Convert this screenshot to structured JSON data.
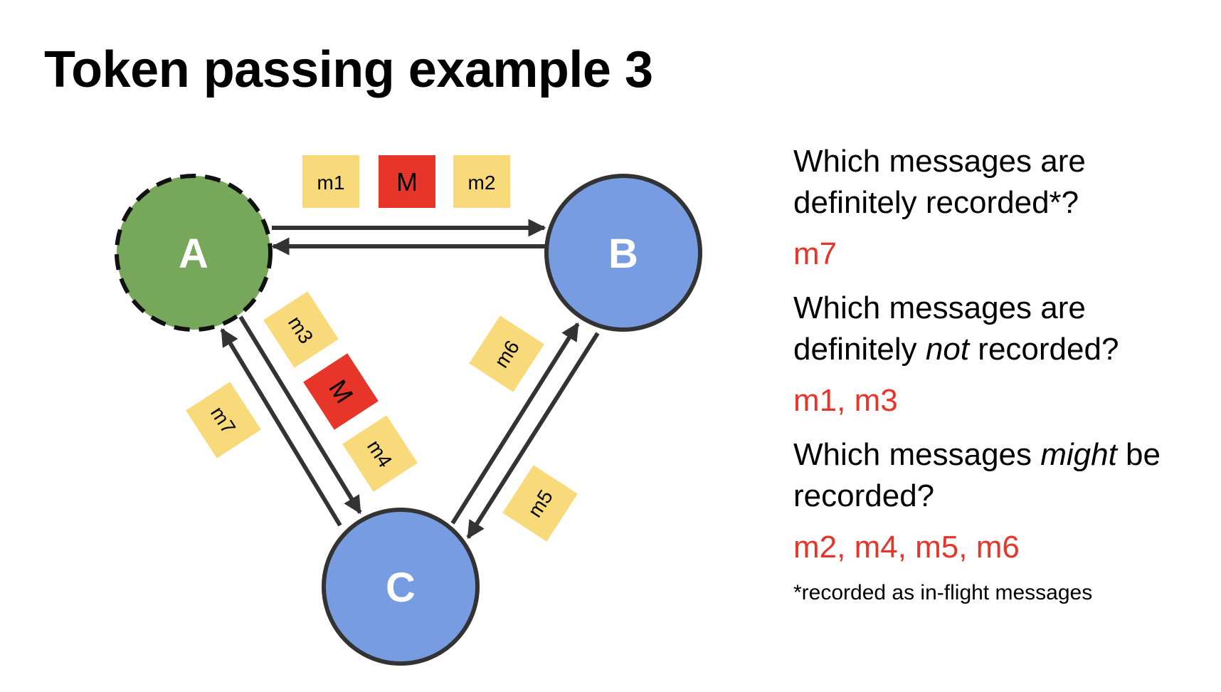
{
  "slide": {
    "title": "Token passing example 3"
  },
  "colors": {
    "node_green": "#77a75a",
    "node_blue": "#779ce2",
    "node_border": "#333333",
    "message_yellow": "#f8da7a",
    "marker_red": "#e8352a",
    "answer_red": "#e8352a",
    "arrow": "#333333"
  },
  "diagram": {
    "nodes": [
      {
        "id": "A",
        "label": "A",
        "style": "green-dashed"
      },
      {
        "id": "B",
        "label": "B",
        "style": "blue-solid"
      },
      {
        "id": "C",
        "label": "C",
        "style": "blue-solid"
      }
    ],
    "channels": [
      {
        "from": "A",
        "to": "B",
        "messages": [
          "m1",
          "M",
          "m2"
        ]
      },
      {
        "from": "B",
        "to": "A",
        "messages": []
      },
      {
        "from": "A",
        "to": "C",
        "messages": [
          "m3",
          "M",
          "m4"
        ]
      },
      {
        "from": "C",
        "to": "A",
        "messages": [
          "m7"
        ]
      },
      {
        "from": "C",
        "to": "B",
        "messages": [
          "m6"
        ]
      },
      {
        "from": "B",
        "to": "C",
        "messages": [
          "m5"
        ]
      }
    ],
    "labels": {
      "m1": "m1",
      "m2": "m2",
      "m3": "m3",
      "m4": "m4",
      "m5": "m5",
      "m6": "m6",
      "m7": "m7",
      "marker": "M"
    }
  },
  "questions": [
    {
      "id": "definitely-recorded",
      "text_parts": [
        {
          "text": "Which messages are definitely recorded*?",
          "italic": false
        }
      ],
      "answer": "m7"
    },
    {
      "id": "definitely-not-recorded",
      "text_parts": [
        {
          "text": "Which messages are definitely ",
          "italic": false
        },
        {
          "text": "not",
          "italic": true
        },
        {
          "text": " recorded?",
          "italic": false
        }
      ],
      "answer": "m1, m3"
    },
    {
      "id": "might-be-recorded",
      "text_parts": [
        {
          "text": "Which messages ",
          "italic": false
        },
        {
          "text": "might",
          "italic": true
        },
        {
          "text": " be recorded?",
          "italic": false
        }
      ],
      "answer": "m2, m4, m5, m6"
    }
  ],
  "footnote": "*recorded as in-flight messages"
}
